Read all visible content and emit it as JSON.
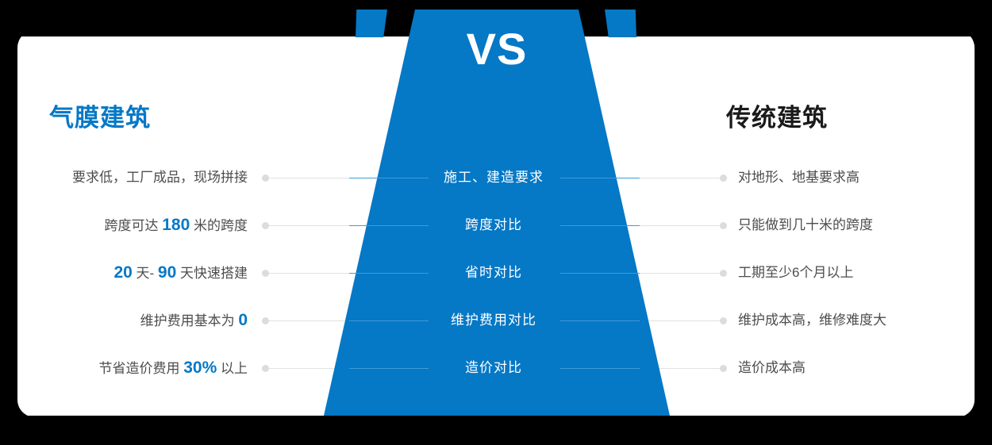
{
  "center": {
    "vs_label": "VS"
  },
  "left": {
    "heading": "气膜建筑"
  },
  "right": {
    "heading": "传统建筑"
  },
  "colors": {
    "brand_blue": "#0578c6",
    "heading_dark": "#1a1a1a",
    "body_text": "#4d4d4d",
    "connector": "#e2e2e2",
    "dot": "#dcdcdc",
    "background": "#000000",
    "card": "#ffffff"
  },
  "rows": [
    {
      "center": "施工、建造要求",
      "left_parts": [
        {
          "text": "要求低，工厂成品，现场拼接",
          "highlight": false
        }
      ],
      "right_parts": [
        {
          "text": "对地形、地基要求高",
          "highlight": false
        }
      ]
    },
    {
      "center": "跨度对比",
      "left_parts": [
        {
          "text": "跨度可达 ",
          "highlight": false
        },
        {
          "text": "180",
          "highlight": true
        },
        {
          "text": " 米的跨度",
          "highlight": false
        }
      ],
      "right_parts": [
        {
          "text": "只能做到几十米的跨度",
          "highlight": false
        }
      ]
    },
    {
      "center": "省时对比",
      "left_parts": [
        {
          "text": "20",
          "highlight": true
        },
        {
          "text": " 天- ",
          "highlight": false
        },
        {
          "text": "90",
          "highlight": true
        },
        {
          "text": " 天快速搭建",
          "highlight": false
        }
      ],
      "right_parts": [
        {
          "text": "工期至少6个月以上",
          "highlight": false
        }
      ]
    },
    {
      "center": "维护费用对比",
      "left_parts": [
        {
          "text": "维护费用基本为 ",
          "highlight": false
        },
        {
          "text": "0",
          "highlight": true
        }
      ],
      "right_parts": [
        {
          "text": "维护成本高，维修难度大",
          "highlight": false
        }
      ]
    },
    {
      "center": "造价对比",
      "left_parts": [
        {
          "text": "节省造价费用 ",
          "highlight": false
        },
        {
          "text": "30%",
          "highlight": true
        },
        {
          "text": " 以上",
          "highlight": false
        }
      ],
      "right_parts": [
        {
          "text": "造价成本高",
          "highlight": false
        }
      ]
    }
  ]
}
